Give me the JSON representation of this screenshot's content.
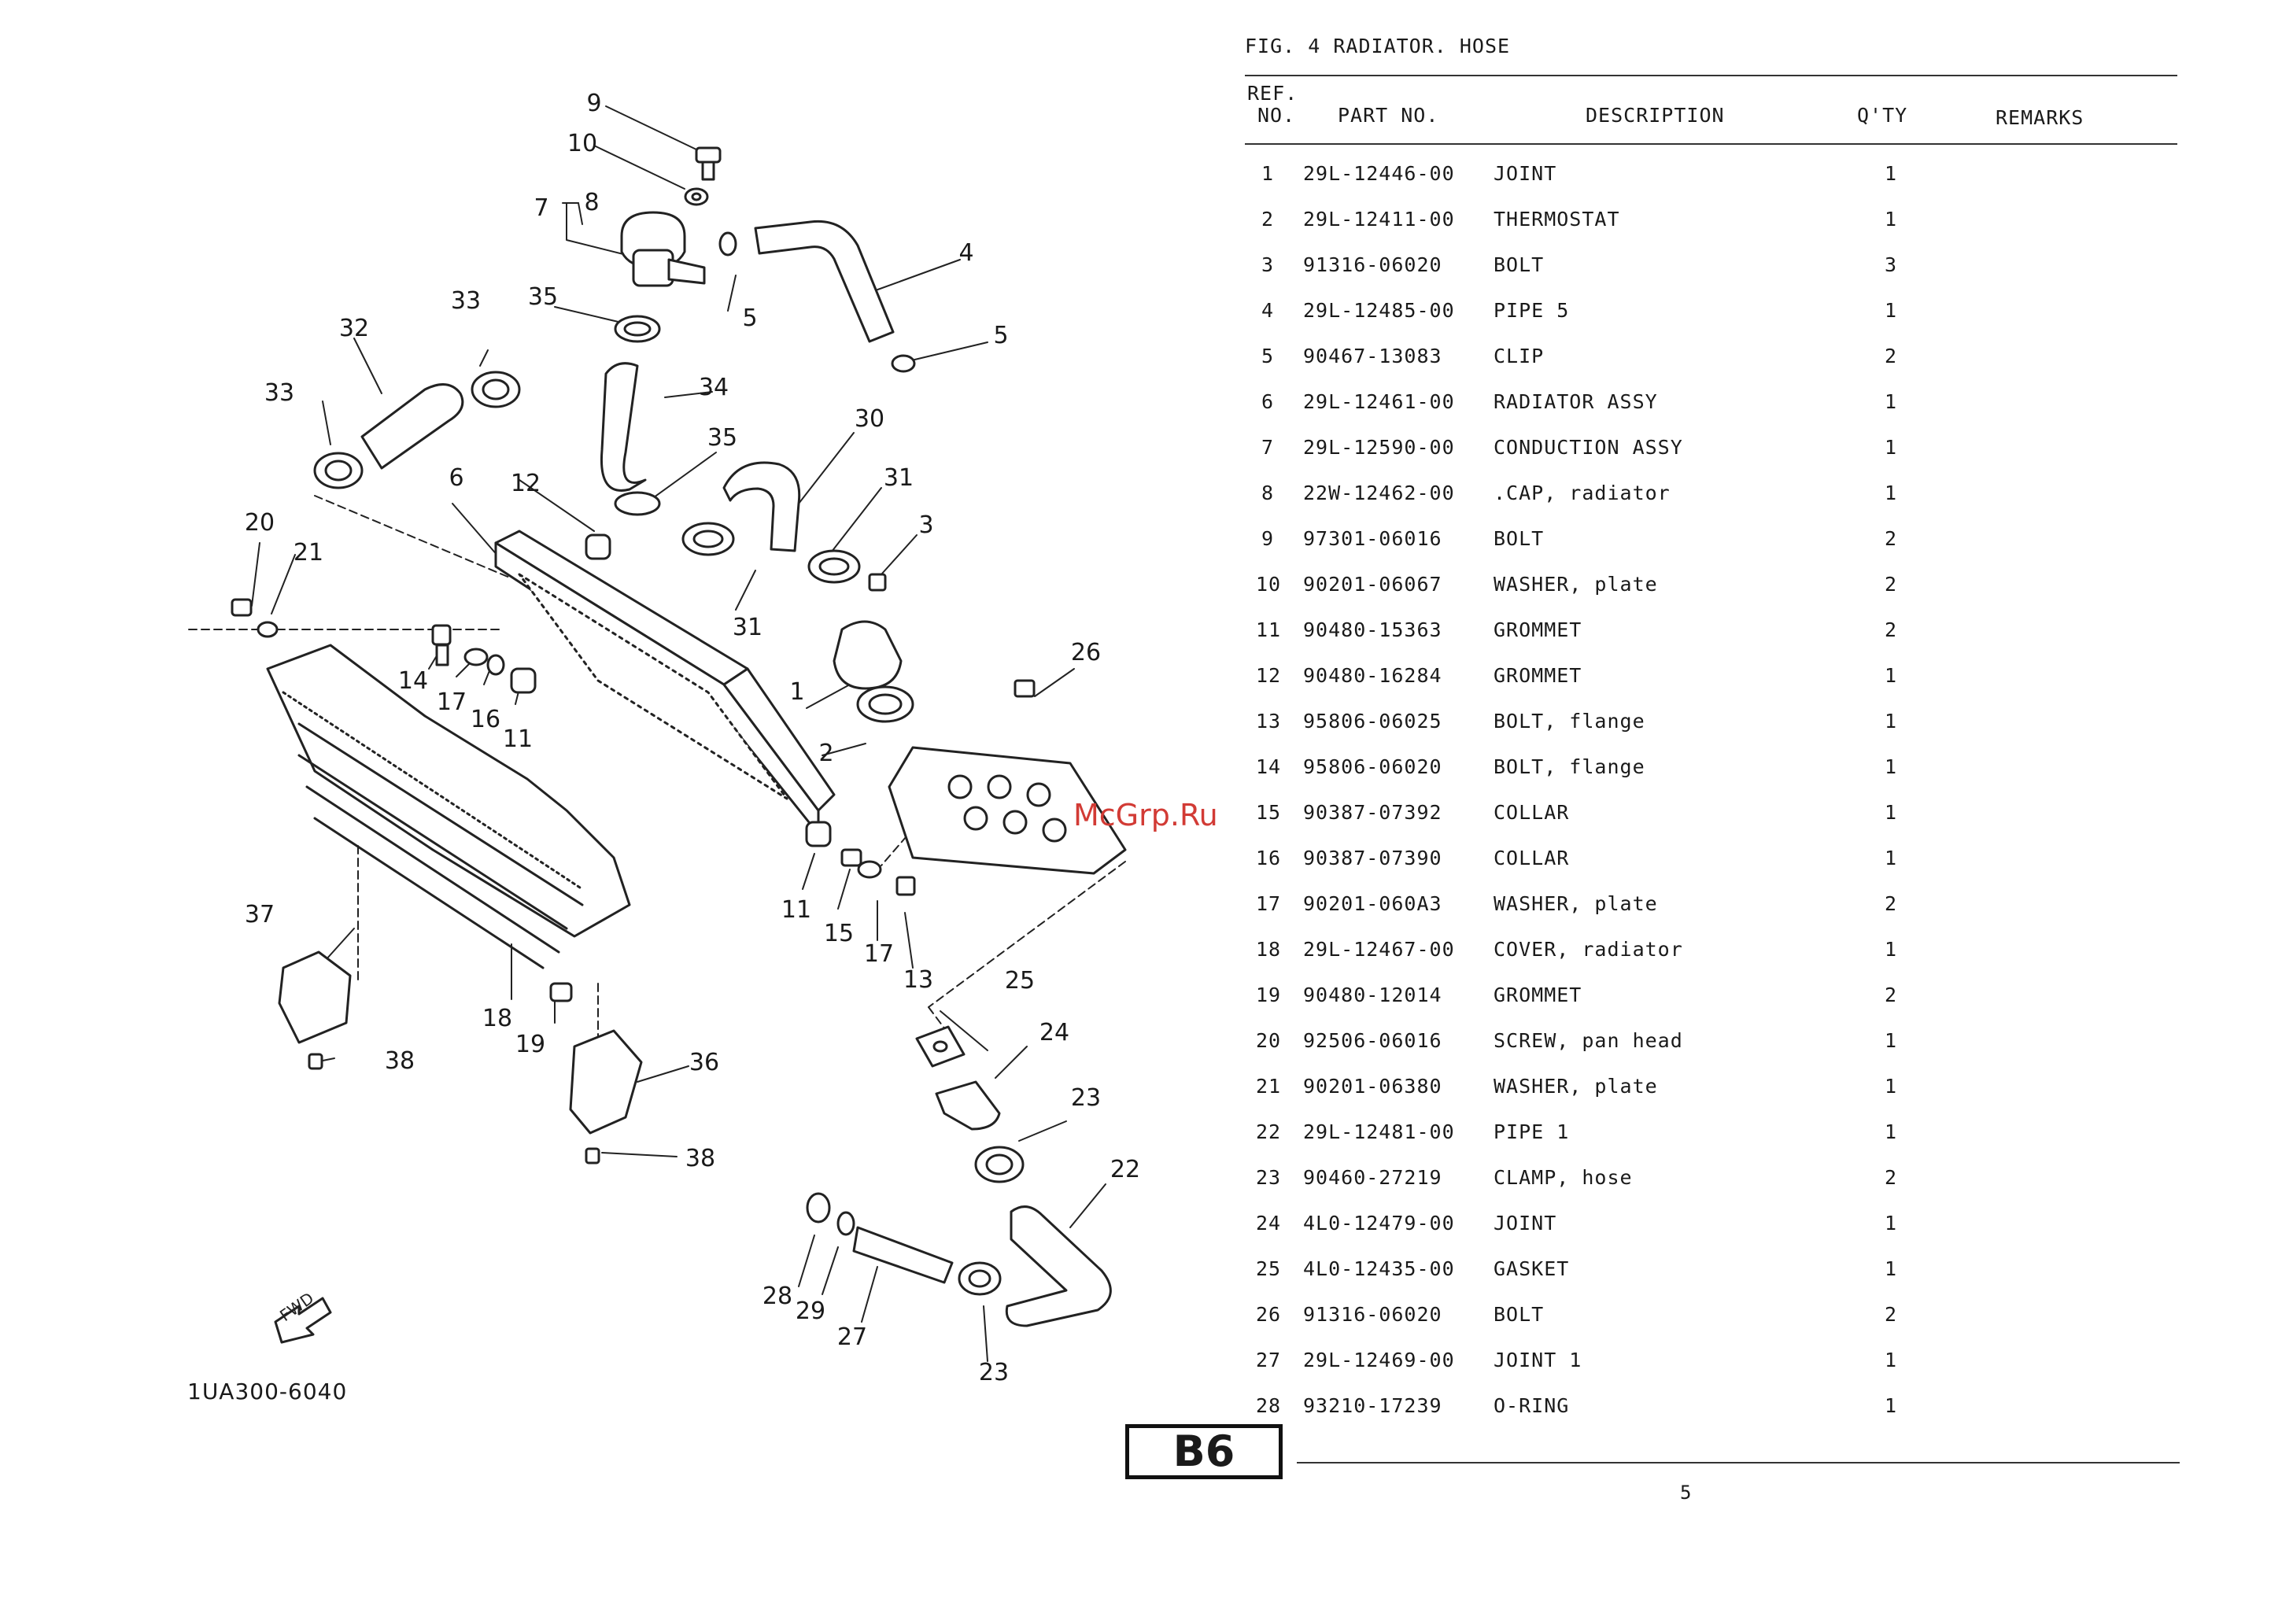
{
  "figure": {
    "title": "FIG.  4  RADIATOR. HOSE"
  },
  "table": {
    "headers": {
      "ref_no_line1": "REF.",
      "ref_no_line2": "NO.",
      "part_no": "PART NO.",
      "description": "DESCRIPTION",
      "qty": "Q'TY",
      "remarks": "REMARKS"
    },
    "rows": [
      {
        "no": "1",
        "part": "29L-12446-00",
        "desc": "JOINT",
        "qty": "1"
      },
      {
        "no": "2",
        "part": "29L-12411-00",
        "desc": "THERMOSTAT",
        "qty": "1"
      },
      {
        "no": "3",
        "part": "91316-06020",
        "desc": "BOLT",
        "qty": "3"
      },
      {
        "no": "4",
        "part": "29L-12485-00",
        "desc": "PIPE 5",
        "qty": "1"
      },
      {
        "no": "5",
        "part": "90467-13083",
        "desc": "CLIP",
        "qty": "2"
      },
      {
        "no": "6",
        "part": "29L-12461-00",
        "desc": "RADIATOR ASSY",
        "qty": "1"
      },
      {
        "no": "7",
        "part": "29L-12590-00",
        "desc": "CONDUCTION ASSY",
        "qty": "1"
      },
      {
        "no": "8",
        "part": "22W-12462-00",
        "desc": ".CAP, radiator",
        "qty": "1"
      },
      {
        "no": "9",
        "part": "97301-06016",
        "desc": "BOLT",
        "qty": "2"
      },
      {
        "no": "10",
        "part": "90201-06067",
        "desc": "WASHER, plate",
        "qty": "2"
      },
      {
        "no": "11",
        "part": "90480-15363",
        "desc": "GROMMET",
        "qty": "2"
      },
      {
        "no": "12",
        "part": "90480-16284",
        "desc": "GROMMET",
        "qty": "1"
      },
      {
        "no": "13",
        "part": "95806-06025",
        "desc": "BOLT, flange",
        "qty": "1"
      },
      {
        "no": "14",
        "part": "95806-06020",
        "desc": "BOLT, flange",
        "qty": "1"
      },
      {
        "no": "15",
        "part": "90387-07392",
        "desc": "COLLAR",
        "qty": "1"
      },
      {
        "no": "16",
        "part": "90387-07390",
        "desc": "COLLAR",
        "qty": "1"
      },
      {
        "no": "17",
        "part": "90201-060A3",
        "desc": "WASHER, plate",
        "qty": "2"
      },
      {
        "no": "18",
        "part": "29L-12467-00",
        "desc": "COVER, radiator",
        "qty": "1"
      },
      {
        "no": "19",
        "part": "90480-12014",
        "desc": "GROMMET",
        "qty": "2"
      },
      {
        "no": "20",
        "part": "92506-06016",
        "desc": "SCREW, pan head",
        "qty": "1"
      },
      {
        "no": "21",
        "part": "90201-06380",
        "desc": "WASHER, plate",
        "qty": "1"
      },
      {
        "no": "22",
        "part": "29L-12481-00",
        "desc": "PIPE 1",
        "qty": "1"
      },
      {
        "no": "23",
        "part": "90460-27219",
        "desc": "CLAMP, hose",
        "qty": "2"
      },
      {
        "no": "24",
        "part": "4L0-12479-00",
        "desc": "JOINT",
        "qty": "1"
      },
      {
        "no": "25",
        "part": "4L0-12435-00",
        "desc": "GASKET",
        "qty": "1"
      },
      {
        "no": "26",
        "part": "91316-06020",
        "desc": "BOLT",
        "qty": "2"
      },
      {
        "no": "27",
        "part": "29L-12469-00",
        "desc": "JOINT 1",
        "qty": "1"
      },
      {
        "no": "28",
        "part": "93210-17239",
        "desc": "O-RING",
        "qty": "1"
      }
    ]
  },
  "diagram": {
    "model_code": "1UA300-6040",
    "fwd_label": "FWD",
    "watermark": "McGrp.Ru",
    "callouts": [
      {
        "id": "c9",
        "text": "9"
      },
      {
        "id": "c10",
        "text": "10"
      },
      {
        "id": "c8",
        "text": "8"
      },
      {
        "id": "c7",
        "text": "7"
      },
      {
        "id": "c4",
        "text": "4"
      },
      {
        "id": "c5a",
        "text": "5"
      },
      {
        "id": "c5b",
        "text": "5"
      },
      {
        "id": "c35a",
        "text": "35"
      },
      {
        "id": "c33a",
        "text": "33"
      },
      {
        "id": "c32",
        "text": "32"
      },
      {
        "id": "c33b",
        "text": "33"
      },
      {
        "id": "c34",
        "text": "34"
      },
      {
        "id": "c35b",
        "text": "35"
      },
      {
        "id": "c30",
        "text": "30"
      },
      {
        "id": "c6",
        "text": "6"
      },
      {
        "id": "c12",
        "text": "12"
      },
      {
        "id": "c31a",
        "text": "31"
      },
      {
        "id": "c3",
        "text": "3"
      },
      {
        "id": "c31b",
        "text": "31"
      },
      {
        "id": "c20",
        "text": "20"
      },
      {
        "id": "c21",
        "text": "21"
      },
      {
        "id": "c26",
        "text": "26"
      },
      {
        "id": "c1",
        "text": "1"
      },
      {
        "id": "c2",
        "text": "2"
      },
      {
        "id": "c14",
        "text": "14"
      },
      {
        "id": "c17a",
        "text": "17"
      },
      {
        "id": "c16",
        "text": "16"
      },
      {
        "id": "c11a",
        "text": "11"
      },
      {
        "id": "c11b",
        "text": "11"
      },
      {
        "id": "c15",
        "text": "15"
      },
      {
        "id": "c17b",
        "text": "17"
      },
      {
        "id": "c13",
        "text": "13"
      },
      {
        "id": "c37",
        "text": "37"
      },
      {
        "id": "c18",
        "text": "18"
      },
      {
        "id": "c19",
        "text": "19"
      },
      {
        "id": "c38a",
        "text": "38"
      },
      {
        "id": "c36",
        "text": "36"
      },
      {
        "id": "c25",
        "text": "25"
      },
      {
        "id": "c24",
        "text": "24"
      },
      {
        "id": "c23a",
        "text": "23"
      },
      {
        "id": "c38b",
        "text": "38"
      },
      {
        "id": "c22",
        "text": "22"
      },
      {
        "id": "c28",
        "text": "28"
      },
      {
        "id": "c29",
        "text": "29"
      },
      {
        "id": "c27",
        "text": "27"
      },
      {
        "id": "c23b",
        "text": "23"
      }
    ]
  },
  "footer": {
    "section_badge": "B6",
    "page_number": "5"
  }
}
